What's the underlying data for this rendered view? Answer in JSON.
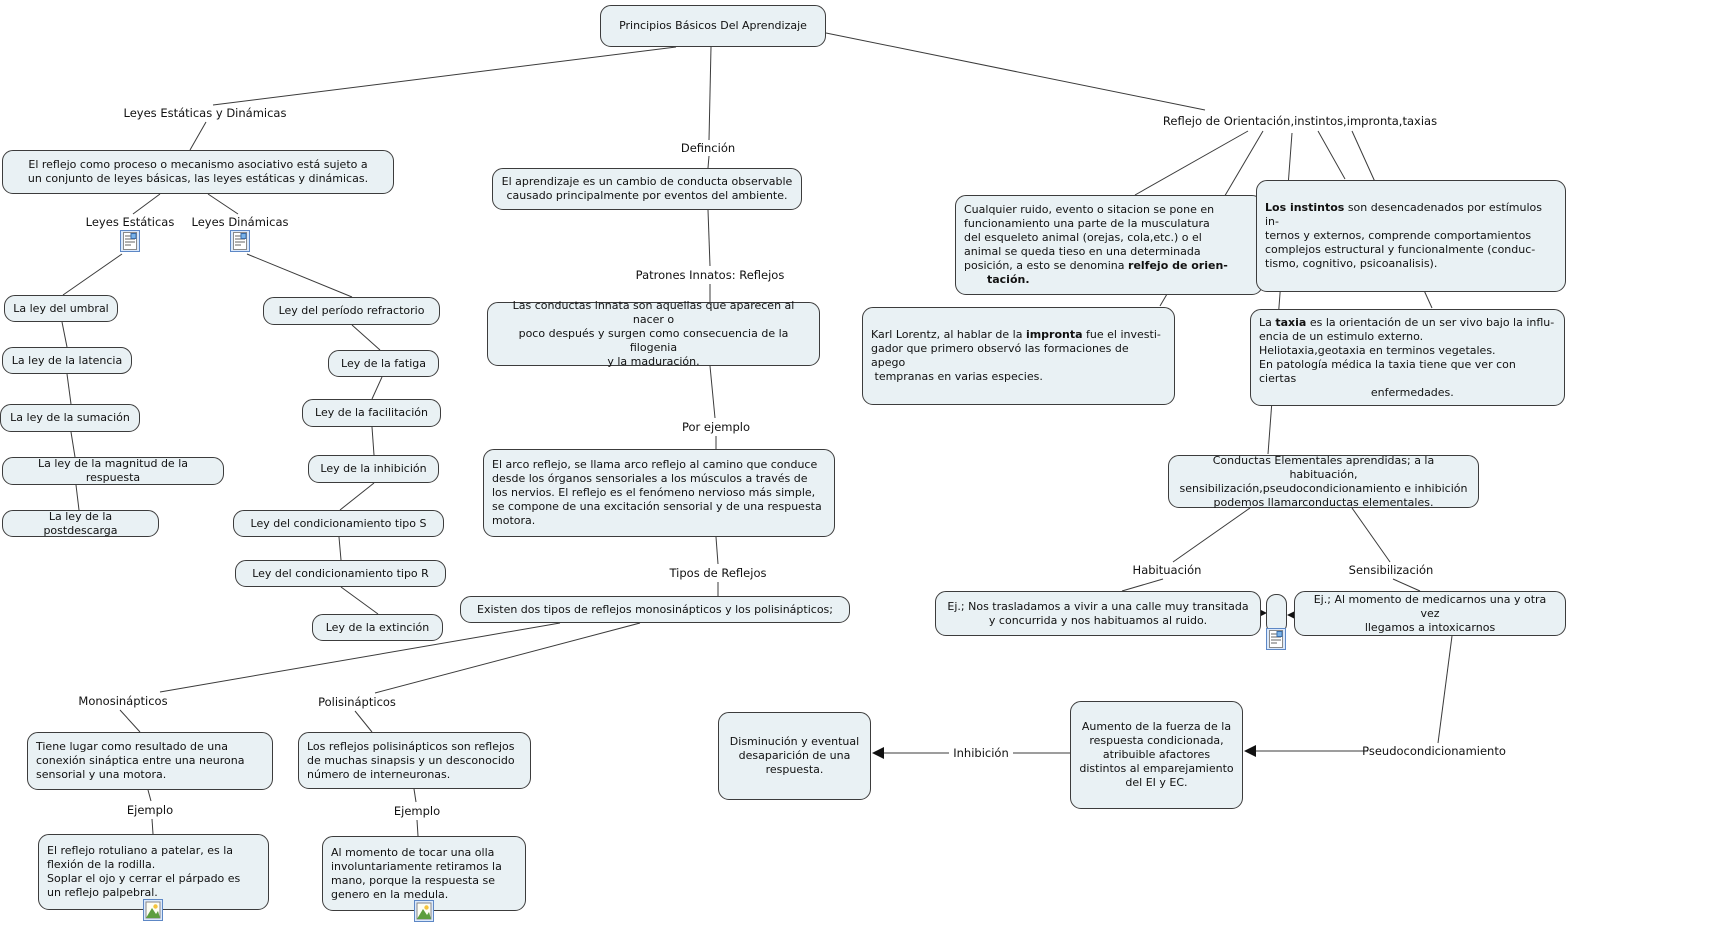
{
  "title": "Principios Básicos Del Aprendizaje",
  "colors": {
    "node_fill": "#e9f1f4",
    "node_border": "#3c3c3c",
    "line": "#3b3b3b",
    "icon_border": "#5d87c5"
  },
  "left": {
    "label": "Leyes Estáticas y Dinámicas",
    "intro": "El reflejo como proceso o mecanismo asociativo está sujeto a\nun conjunto de leyes básicas, las leyes estáticas y dinámicas.",
    "estaticas": {
      "label": "Leyes Estáticas",
      "laws": [
        "La ley del umbral",
        "La ley de la latencia",
        "La ley de la sumación",
        "La ley de la magnitud de la respuesta",
        "La ley de la postdescarga"
      ]
    },
    "dinamicas": {
      "label": "Leyes Dinámicas",
      "laws": [
        "Ley del período refractorio",
        "Ley de la fatiga",
        "Ley de la facilitación",
        "Ley de la inhibición",
        "Ley del condicionamiento tipo S",
        "Ley del condicionamiento tipo R",
        "Ley de la extinción"
      ]
    }
  },
  "center": {
    "definicion_label": "Definción",
    "definicion": "El aprendizaje es un cambio de conducta observable\ncausado principalmente por eventos del ambiente.",
    "patrones_label": "Patrones Innatos: Reflejos",
    "patrones": "Las conductas innata son aquellas que aparecen al nacer o\npoco después y surgen como consecuencia de la filogenia\ny la maduración.",
    "por_ejemplo_label": "Por ejemplo",
    "arco": "El arco reflejo, se llama arco reflejo al camino que conduce\ndesde los órganos sensoriales a los músculos a través de\nlos nervios. El reflejo es el fenómeno nervioso más simple,\nse compone de una excitación sensorial y de una respuesta\nmotora.",
    "tipos_label": "Tipos de Reflejos",
    "tipos": "Existen dos tipos de reflejos monosinápticos y los polisinápticos;",
    "mono": {
      "label": "Monosinápticos",
      "desc": "Tiene lugar como resultado de una\nconexión sináptica entre una neurona\nsensorial y una motora.",
      "ejemplo_label": "Ejemplo",
      "ejemplo": "El reflejo rotuliano a patelar, es la\nflexión de la rodilla.\nSoplar el ojo y cerrar el párpado es\nun reflejo palpebral."
    },
    "poli": {
      "label": "Polisinápticos",
      "desc": "Los reflejos polisinápticos son reflejos\nde muchas sinapsis y un desconocido\nnúmero de interneuronas.",
      "ejemplo_label": "Ejemplo",
      "ejemplo": "Al momento de tocar una olla\ninvoluntariamente retiramos la\nmano, porque la respuesta se\ngenero en la medula."
    }
  },
  "right": {
    "label": "Reflejo de Orientación,instintos,impronta,taxias",
    "orientacion": {
      "pre": "Cualquier ruido, evento o sitacion se pone en\nfuncionamiento una parte de la musculatura\ndel esqueleto animal (orejas, cola,etc.) o el\nanimal se queda tieso en una determinada\nposición, a esto se denomina ",
      "bold": "relfejo de orien-\n      tación."
    },
    "instintos": {
      "bold": "Los instintos",
      "post": " son desencadenados por estímulos in-\nternos y externos, comprende comportamientos\ncomplejos estructural y funcionalmente (conduc-\ntismo, cognitivo, psicoanalisis)."
    },
    "impronta": {
      "pre": "Karl Lorentz, al hablar de la ",
      "bold": "impronta",
      "post": " fue el investi-\ngador que primero observó las formaciones de  apego\n tempranas en varias especies."
    },
    "taxia": {
      "pre": "La ",
      "bold": "taxia",
      "post": " es la orientación de un ser vivo bajo la influ-\nencia de un estimulo externo.\nHeliotaxia,geotaxia en terminos vegetales.\nEn patología médica la taxia tiene que ver con ciertas\n                                enfermedades."
    },
    "conductas": "Conductas Elementales aprendidas; a la habituación,\nsensibilización,pseudocondicionamiento e inhibición\npodemos llamarconductas elementales.",
    "habituacion_label": "Habituación",
    "sensibilizacion_label": "Sensibilización",
    "habituacion_ej": "Ej.; Nos trasladamos a vivir a una calle muy transitada\ny concurrida y nos habituamos al ruido.",
    "sensibilizacion_ej": "Ej.; Al momento de medicarnos una y otra vez\nllegamos a intoxicarnos",
    "pseudo_label": "Pseudocondicionamiento",
    "aumento": "Aumento de la fuerza de la\nrespuesta condicionada,\natribuible afactores\ndistintos al emparejamiento\ndel EI y EC.",
    "inhibicion_label": "Inhibición",
    "disminucion": "Disminución y eventual\ndesaparición de una\nrespuesta."
  }
}
